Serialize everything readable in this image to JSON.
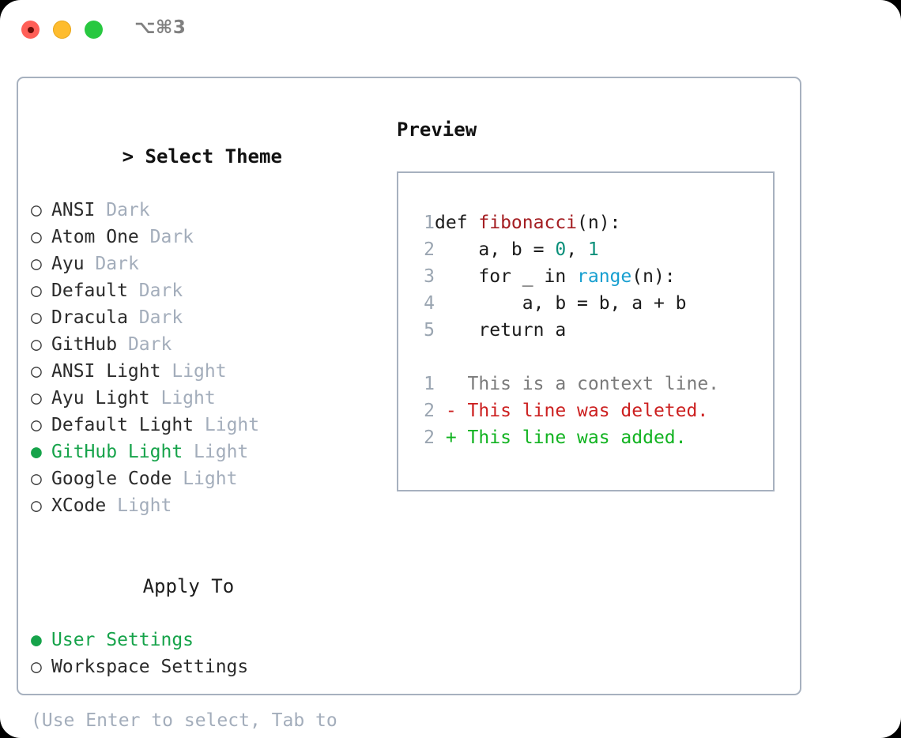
{
  "titlebar": {
    "lights": [
      {
        "name": "close",
        "color": "#ff5f57"
      },
      {
        "name": "minimize",
        "color": "#febc2e"
      },
      {
        "name": "zoom",
        "color": "#28c840"
      }
    ],
    "shortcut": "⌥⌘3"
  },
  "theme_section": {
    "header_marker": ">",
    "header": "Select Theme",
    "items": [
      {
        "marker": "○",
        "name": "ANSI",
        "tag": "Dark",
        "selected": false
      },
      {
        "marker": "○",
        "name": "Atom One",
        "tag": "Dark",
        "selected": false
      },
      {
        "marker": "○",
        "name": "Ayu",
        "tag": "Dark",
        "selected": false
      },
      {
        "marker": "○",
        "name": "Default",
        "tag": "Dark",
        "selected": false
      },
      {
        "marker": "○",
        "name": "Dracula",
        "tag": "Dark",
        "selected": false
      },
      {
        "marker": "○",
        "name": "GitHub",
        "tag": "Dark",
        "selected": false
      },
      {
        "marker": "○",
        "name": "ANSI Light",
        "tag": "Light",
        "selected": false
      },
      {
        "marker": "○",
        "name": "Ayu Light",
        "tag": "Light",
        "selected": false
      },
      {
        "marker": "○",
        "name": "Default Light",
        "tag": "Light",
        "selected": false
      },
      {
        "marker": "●",
        "name": "GitHub Light",
        "tag": "Light",
        "selected": true
      },
      {
        "marker": "○",
        "name": "Google Code",
        "tag": "Light",
        "selected": false
      },
      {
        "marker": "○",
        "name": "XCode",
        "tag": "Light",
        "selected": false
      }
    ]
  },
  "apply_section": {
    "header": "Apply To",
    "items": [
      {
        "marker": "●",
        "name": "User Settings",
        "selected": true
      },
      {
        "marker": "○",
        "name": "Workspace Settings",
        "selected": false
      }
    ]
  },
  "hint": "(Use Enter to select, Tab to change focus)",
  "preview": {
    "header": "Preview",
    "code_lines": [
      {
        "num": "1",
        "segments": [
          {
            "text": "def ",
            "style": "tok"
          },
          {
            "text": "fibonacci",
            "style": "tok-fn"
          },
          {
            "text": "(n):",
            "style": "tok"
          }
        ]
      },
      {
        "num": "2",
        "segments": [
          {
            "text": "    a, b = ",
            "style": "tok"
          },
          {
            "text": "0",
            "style": "tok-num"
          },
          {
            "text": ", ",
            "style": "tok"
          },
          {
            "text": "1",
            "style": "tok-num"
          }
        ]
      },
      {
        "num": "3",
        "segments": [
          {
            "text": "    for _ in ",
            "style": "tok"
          },
          {
            "text": "range",
            "style": "tok-call"
          },
          {
            "text": "(n):",
            "style": "tok"
          }
        ]
      },
      {
        "num": "4",
        "segments": [
          {
            "text": "        a, b = b, a + b",
            "style": "tok"
          }
        ]
      },
      {
        "num": "5",
        "segments": [
          {
            "text": "    return a",
            "style": "tok"
          }
        ]
      }
    ],
    "diff_lines": [
      {
        "num": "1",
        "segments": [
          {
            "text": "   This is a context line.",
            "style": "tok-ctx"
          }
        ]
      },
      {
        "num": "2",
        "segments": [
          {
            "text": " - This line was deleted.",
            "style": "tok-del"
          }
        ]
      },
      {
        "num": "2",
        "segments": [
          {
            "text": " + This line was added.",
            "style": "tok-add"
          }
        ]
      }
    ]
  },
  "colors": {
    "accent_green": "#16a34a",
    "border": "#a7b1bf",
    "muted": "#a3adbb",
    "line_number": "#9aa5b1",
    "diff_added": "#12b321",
    "diff_deleted": "#cc2020",
    "syntax_function": "#a41e22",
    "syntax_number": "#0a8f7a",
    "syntax_call": "#179fd0"
  }
}
